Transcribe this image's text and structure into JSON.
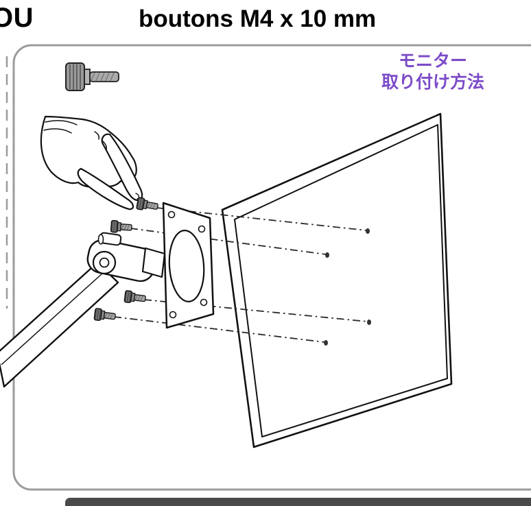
{
  "header": {
    "left_text": "OU",
    "title": "boutons M4 x 10 mm"
  },
  "panel": {
    "caption_line1": "モニター",
    "caption_line2": "取り付け方法",
    "caption_color": "#7c4bc8",
    "border_color": "#9b9b9b"
  },
  "colors": {
    "line_art": "#111111",
    "bottom_bar": "#4a4a4a",
    "metal_dark": "#4f4f4f",
    "metal_light": "#a5a5a5"
  }
}
